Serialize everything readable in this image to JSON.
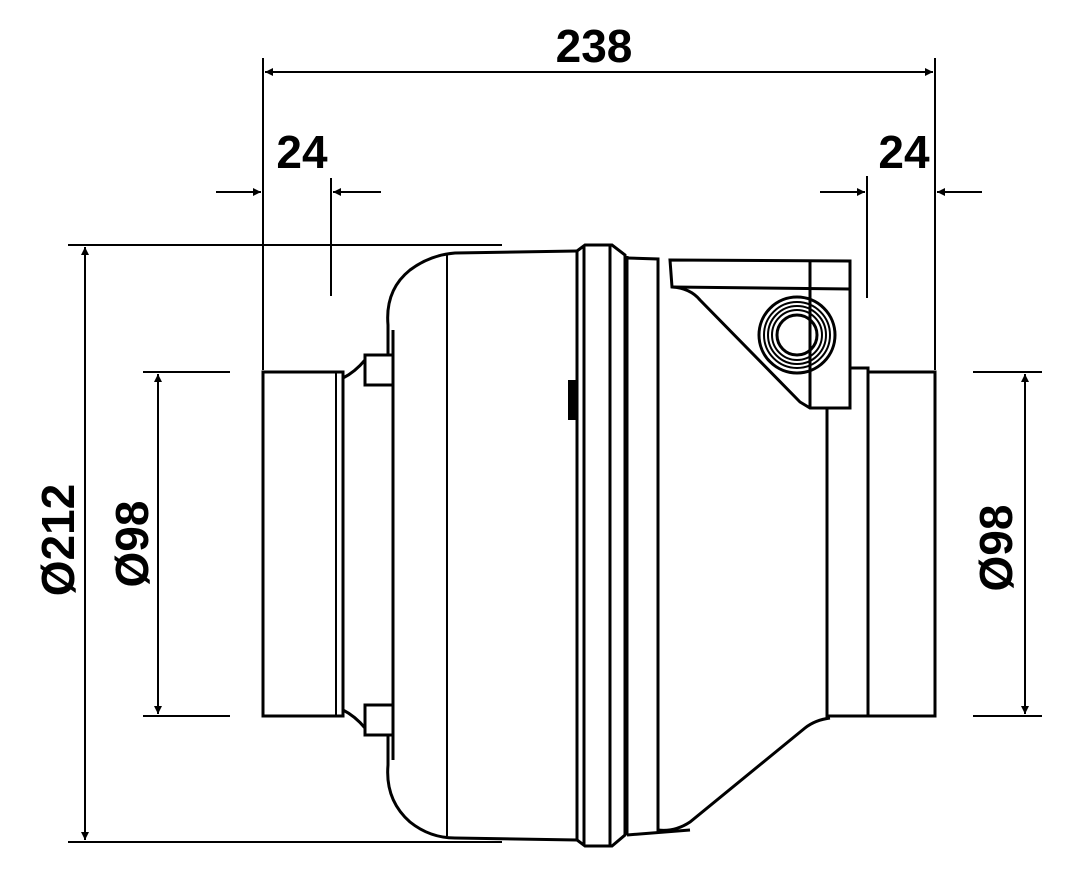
{
  "drawing": {
    "overall_length": "238",
    "left_spigot_length": "24",
    "right_spigot_length": "24",
    "housing_diameter": "Ø212",
    "left_duct_diameter": "Ø98",
    "right_duct_diameter": "Ø98",
    "line_color": "#000000",
    "background_color": "#ffffff"
  }
}
